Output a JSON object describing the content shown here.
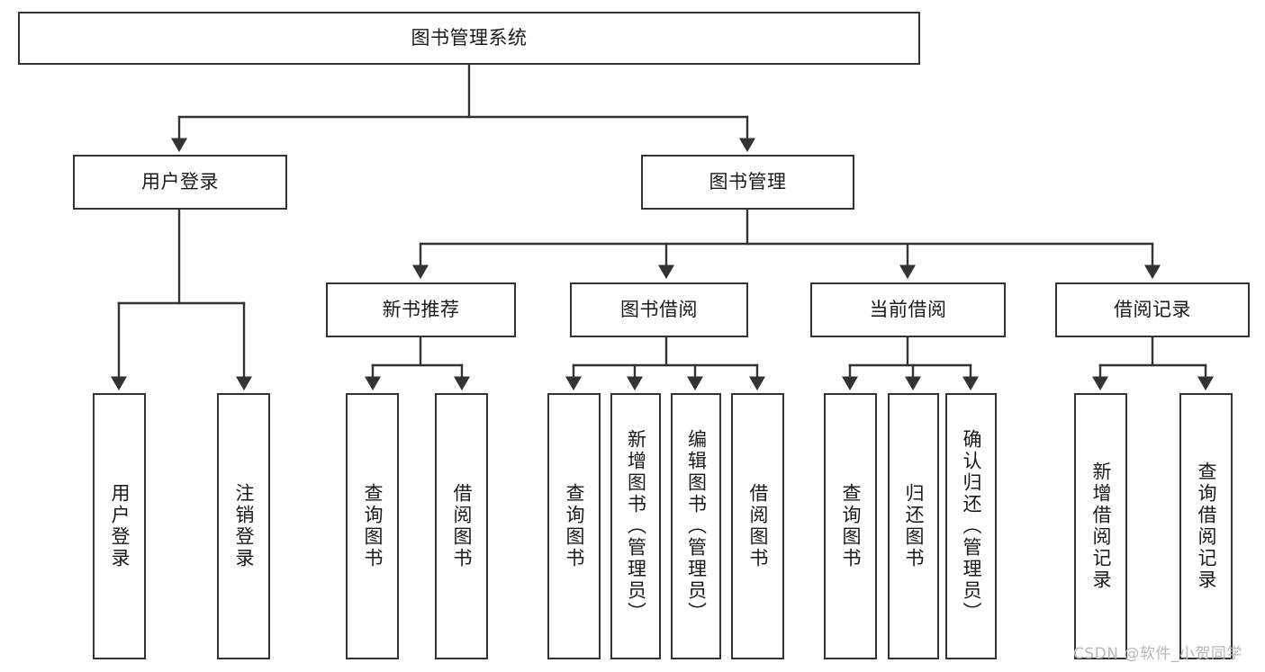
{
  "diagram": {
    "title": "图书管理系统",
    "type": "tree-hierarchy",
    "watermark": "CSDN @软件_小贺同学",
    "colors": {
      "box_border": "#333333",
      "box_fill": "#ffffff",
      "edge": "#333333",
      "text": "#1a1a1a",
      "watermark": "#b8b8b8",
      "background": "#ffffff"
    },
    "nodes": {
      "root": {
        "label": "图书管理系统"
      },
      "level2": [
        {
          "id": "user-login",
          "label": "用户登录"
        },
        {
          "id": "book-management",
          "label": "图书管理"
        }
      ],
      "level3": [
        {
          "id": "new-book-recommend",
          "label": "新书推荐"
        },
        {
          "id": "book-borrow",
          "label": "图书借阅"
        },
        {
          "id": "current-borrow",
          "label": "当前借阅"
        },
        {
          "id": "borrow-record",
          "label": "借阅记录"
        }
      ],
      "leaves": {
        "user_login": [
          {
            "id": "leaf-user-login",
            "label": "用户登录"
          },
          {
            "id": "leaf-logout-login",
            "label": "注销登录"
          }
        ],
        "new_book_recommend": [
          {
            "id": "leaf-query-book-1",
            "label": "查询图书"
          },
          {
            "id": "leaf-borrow-book-1",
            "label": "借阅图书"
          }
        ],
        "book_borrow": [
          {
            "id": "leaf-query-book-2",
            "label": "查询图书"
          },
          {
            "id": "leaf-add-book",
            "label": "新增图书（管理员）"
          },
          {
            "id": "leaf-edit-book",
            "label": "编辑图书（管理员）"
          },
          {
            "id": "leaf-borrow-book-2",
            "label": "借阅图书"
          }
        ],
        "current_borrow": [
          {
            "id": "leaf-query-book-3",
            "label": "查询图书"
          },
          {
            "id": "leaf-return-book",
            "label": "归还图书"
          },
          {
            "id": "leaf-confirm-return",
            "label": "确认归还（管理员）"
          }
        ],
        "borrow_record": [
          {
            "id": "leaf-add-record",
            "label": "新增借阅记录"
          },
          {
            "id": "leaf-query-record",
            "label": "查询借阅记录"
          }
        ]
      }
    }
  }
}
